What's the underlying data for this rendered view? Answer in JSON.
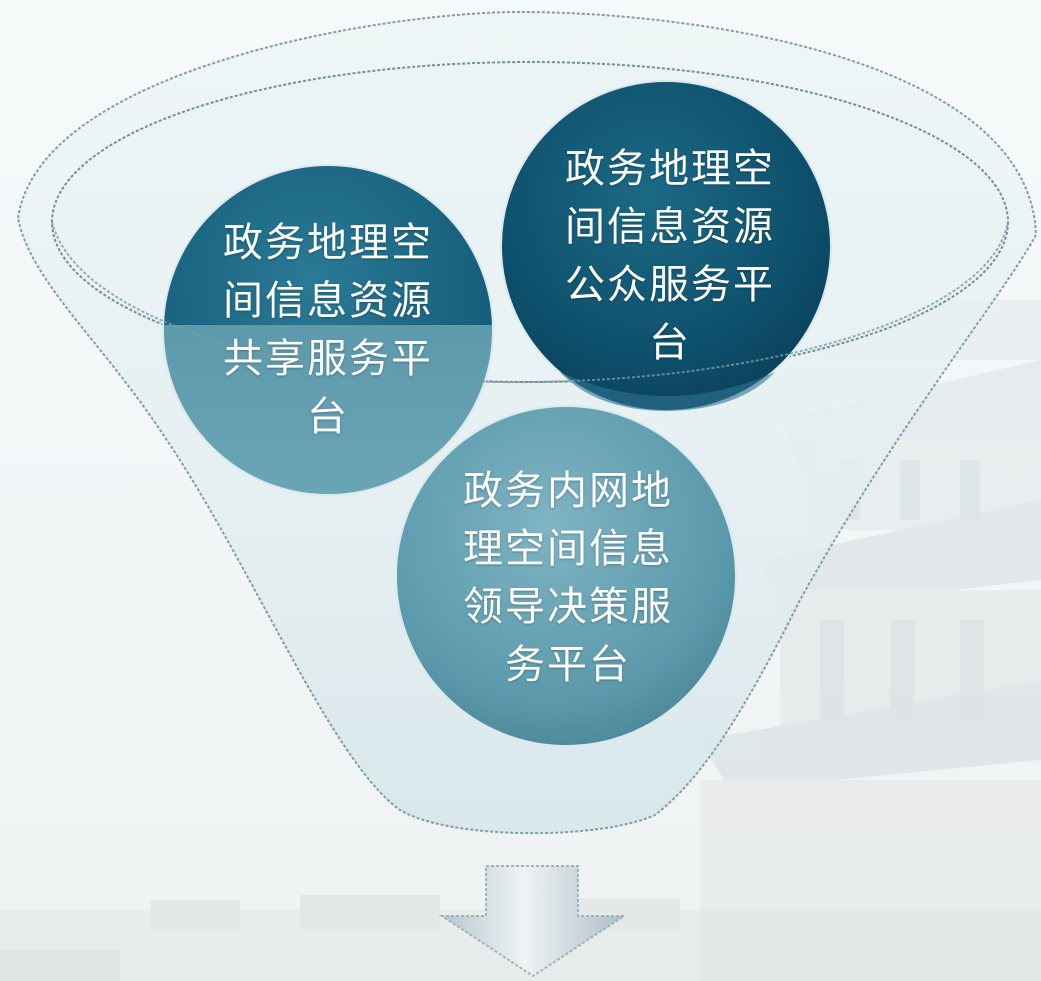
{
  "diagram": {
    "circles": [
      {
        "id": "shared",
        "label": "政务地理空\n间信息资源\n共享服务平\n台"
      },
      {
        "id": "public",
        "label": "政务地理空\n间信息资源\n公众服务平\n台"
      },
      {
        "id": "intranet",
        "label": "政务内网地\n理空间信息\n领导决策服\n务平台"
      }
    ],
    "colors": {
      "circle_dark": "#0d4f6b",
      "circle_mid": "#1f6d8a",
      "circle_light": "#5f9fb1",
      "funnel_fill": "#e7f0f2",
      "funnel_stroke": "#7a99a3",
      "arrow": "#c9d6dc"
    },
    "icons": [
      "down-arrow-icon"
    ]
  }
}
